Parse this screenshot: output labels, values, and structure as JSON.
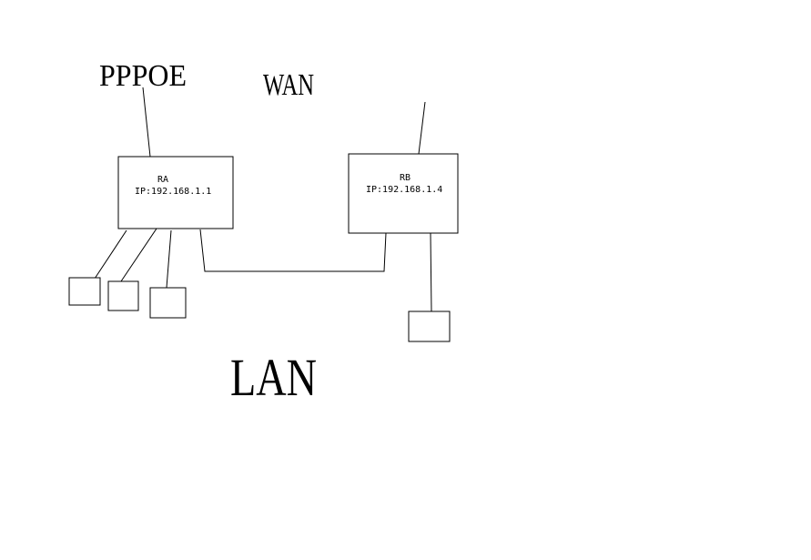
{
  "labels": {
    "pppoe": "PPPOE",
    "wan": "WAN",
    "lan": "LAN"
  },
  "routers": [
    {
      "name": "RA",
      "ip": "IP:192.168.1.1"
    },
    {
      "name": "RB",
      "ip": "IP:192.168.1.4"
    }
  ],
  "colors": {
    "background": "#ffffff",
    "stroke": "#000000"
  }
}
